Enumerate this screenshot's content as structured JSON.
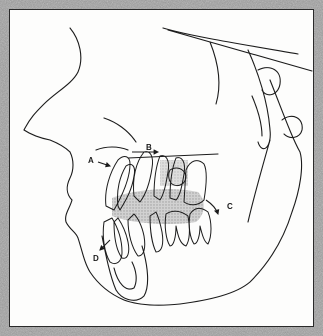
{
  "figure": {
    "labels": {
      "a": "A",
      "b": "B",
      "c": "C",
      "d": "D"
    },
    "colors": {
      "frame": "#8a8a8a",
      "paper": "#fdfdfc",
      "ink": "#1b1b1b",
      "shading": "#b9b9b9"
    }
  }
}
